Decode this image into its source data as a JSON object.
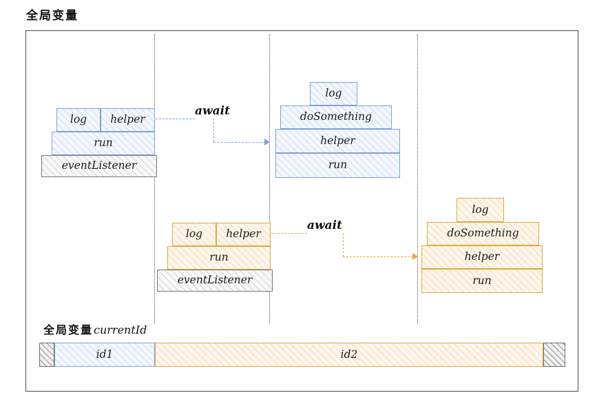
{
  "page": {
    "title": "全局变量"
  },
  "colors": {
    "blue_stroke": "#7ba3d8",
    "blue_fill": "#f3f7fd",
    "orange_stroke": "#e3a83a",
    "orange_fill": "#fdf6ec",
    "gray_stroke": "#777777",
    "gray_fill": "#f7f7f7",
    "frame_stroke": "#4a4a4a",
    "text": "#1a1a1a"
  },
  "diagram": {
    "stack_blue_left": {
      "log": "log",
      "helper": "helper",
      "run": "run",
      "event_listener": "eventListener"
    },
    "stack_blue_right": {
      "log": "log",
      "do_something": "doSomething",
      "helper": "helper",
      "run": "run"
    },
    "stack_orange_left": {
      "log": "log",
      "helper": "helper",
      "run": "run",
      "event_listener": "eventListener"
    },
    "stack_orange_right": {
      "log": "log",
      "do_something": "doSomething",
      "helper": "helper",
      "run": "run"
    },
    "arrows": {
      "blue_await": "await",
      "orange_await": "await"
    }
  },
  "timeline": {
    "label_cjk": "全局变量",
    "label_ident": "currentId",
    "segments": [
      {
        "name": "pre",
        "text": ""
      },
      {
        "name": "id1",
        "text": "id1"
      },
      {
        "name": "id2",
        "text": "id2"
      },
      {
        "name": "post",
        "text": ""
      }
    ]
  }
}
